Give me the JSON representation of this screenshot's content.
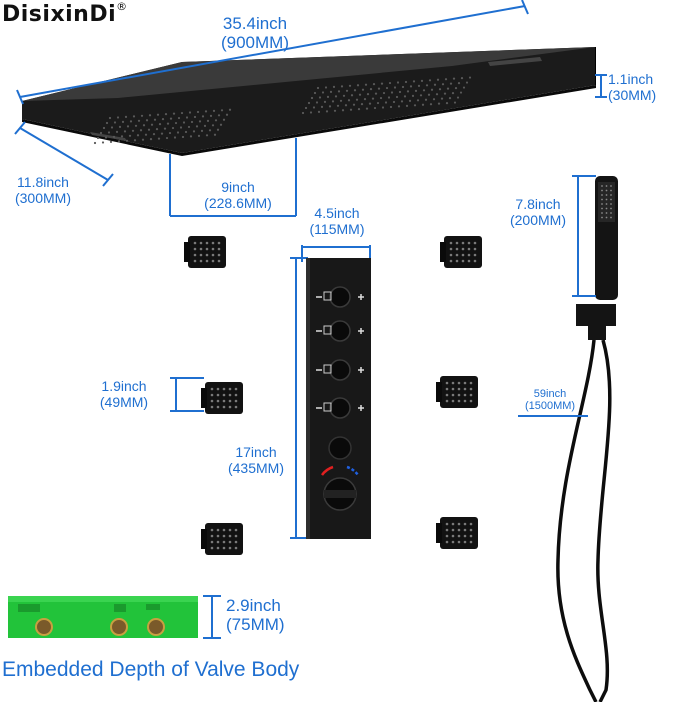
{
  "brand": {
    "name": "DisixinDi",
    "mark": "®"
  },
  "dimensions": {
    "panel_length": {
      "inch": "35.4inch",
      "mm": "(900MM)"
    },
    "panel_thickness": {
      "inch": "1.1inch",
      "mm": "(30MM)"
    },
    "panel_width": {
      "inch": "11.8inch",
      "mm": "(300MM)"
    },
    "spray_zone": {
      "inch": "9inch",
      "mm": "(228.6MM)"
    },
    "valve_width": {
      "inch": "4.5inch",
      "mm": "(115MM)"
    },
    "hand_shower": {
      "inch": "7.8inch",
      "mm": "(200MM)"
    },
    "body_jet": {
      "inch": "1.9inch",
      "mm": "(49MM)"
    },
    "hose": {
      "inch": "59inch",
      "mm": "(1500MM)"
    },
    "valve_height": {
      "inch": "17inch",
      "mm": "(435MM)"
    },
    "valve_depth": {
      "inch": "2.9inch",
      "mm": "(75MM)"
    }
  },
  "caption": "Embedded Depth of Valve Body",
  "colors": {
    "dimension": "#1f6fd0",
    "product": "#151515",
    "valve_body": "#22c33a"
  }
}
